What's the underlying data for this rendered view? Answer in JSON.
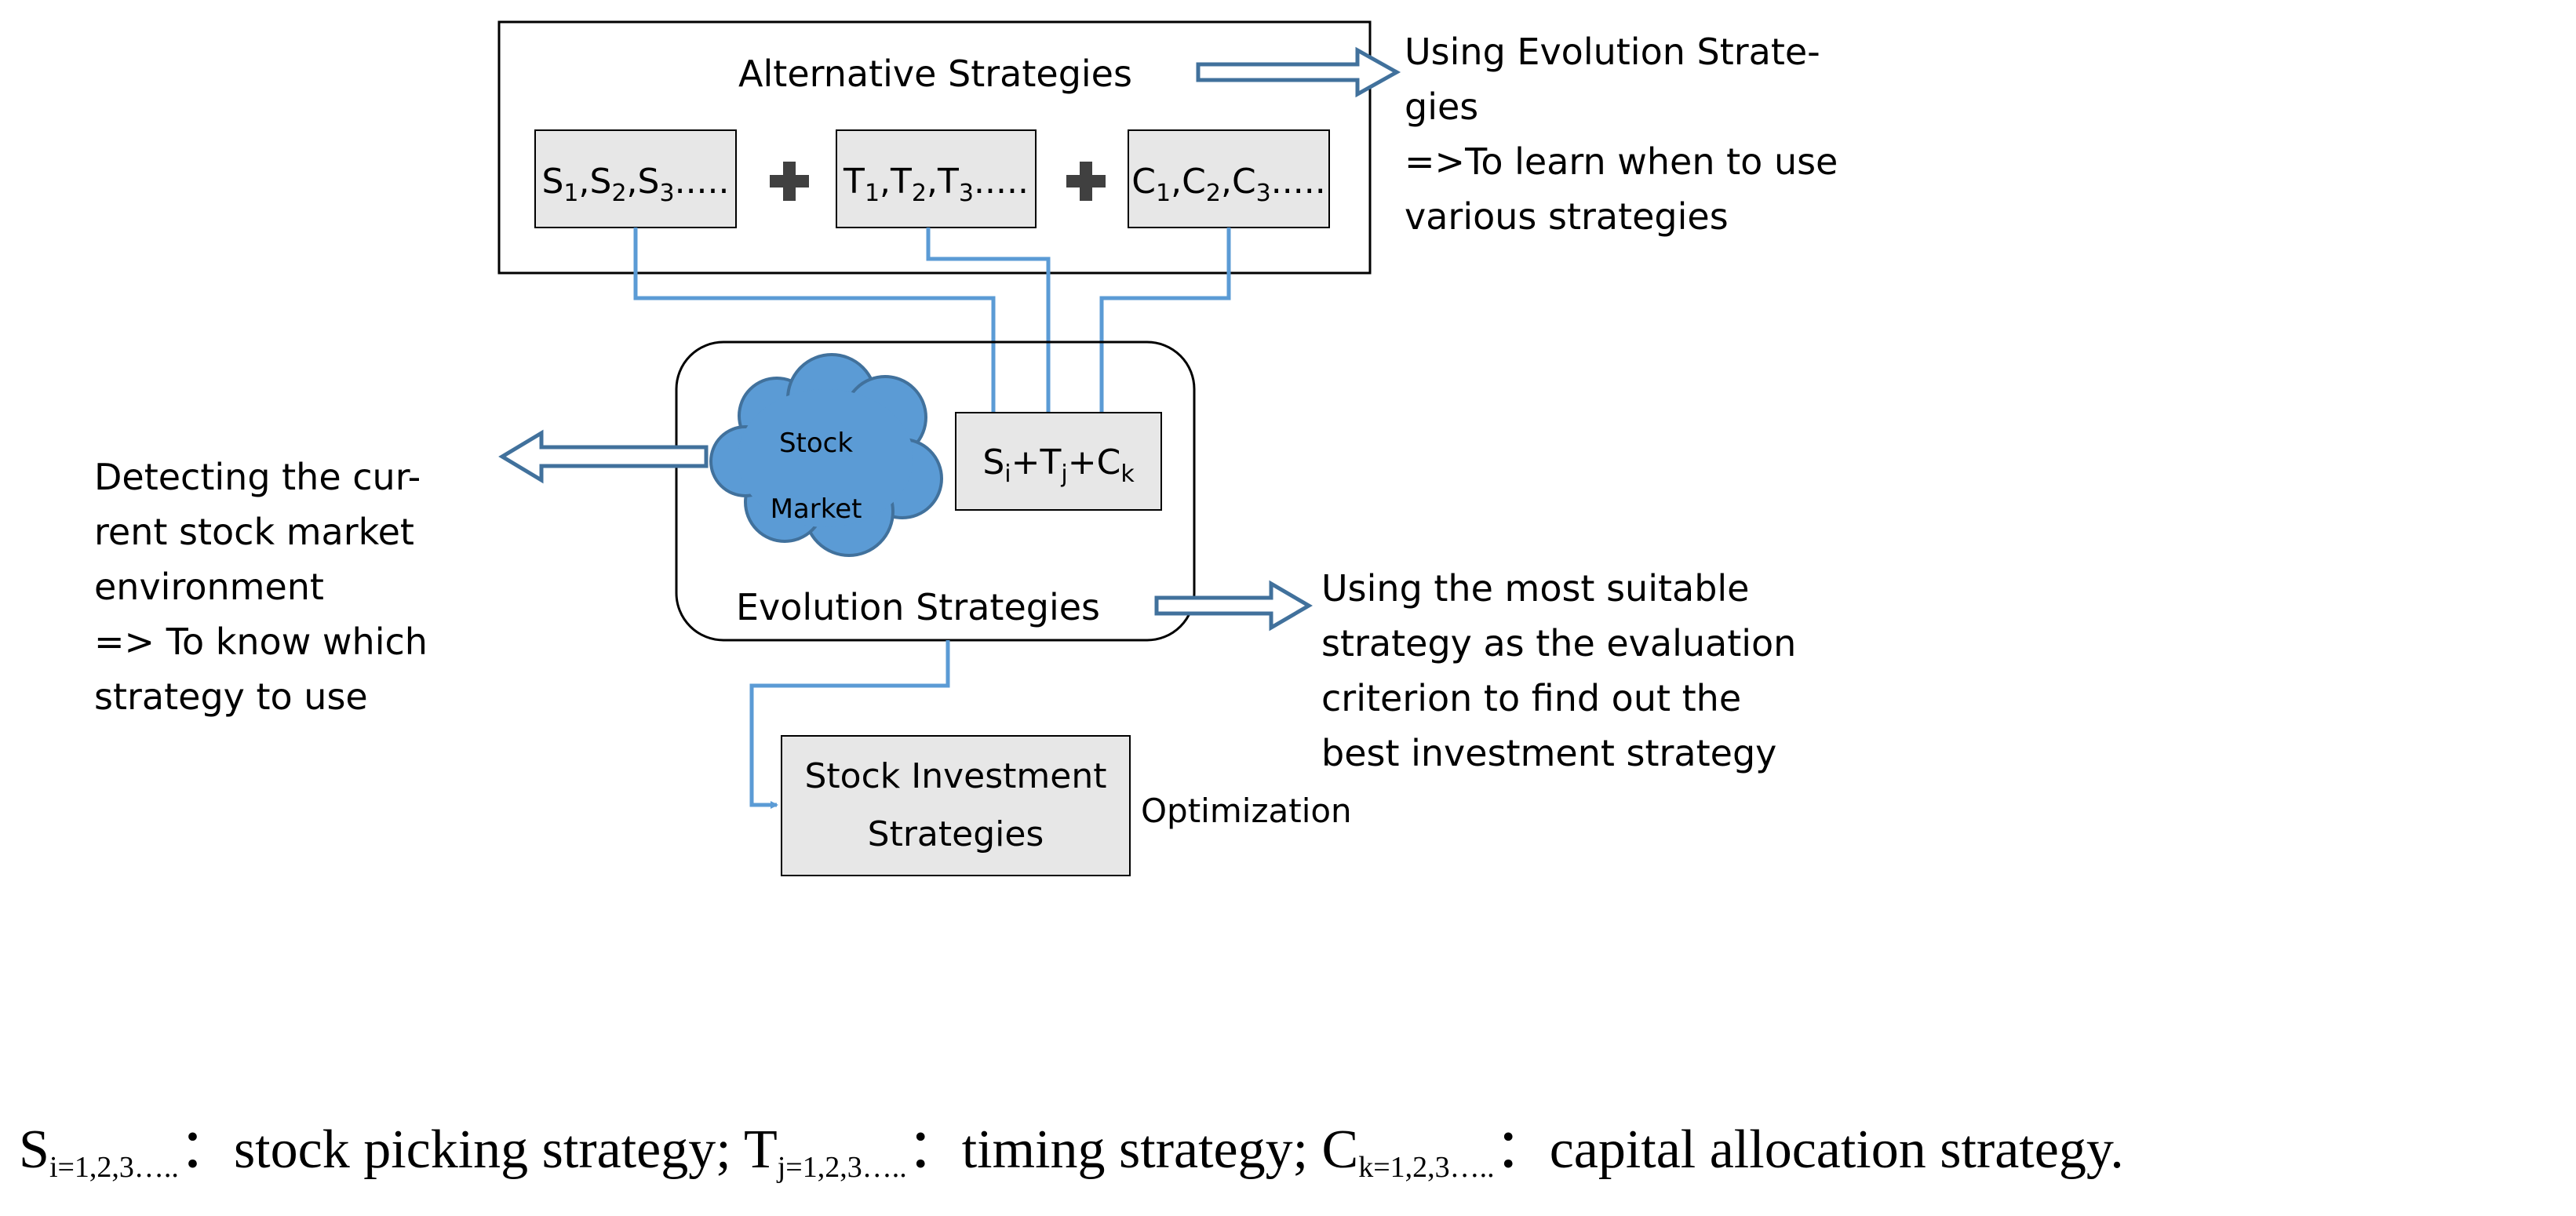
{
  "alternative_strategies": {
    "title": "Alternative Strategies",
    "stock_picking_box": {
      "base": [
        "S",
        "S",
        "S"
      ],
      "subs": [
        "1",
        "2",
        "3"
      ],
      "tail": "....."
    },
    "timing_box": {
      "base": [
        "T",
        "T",
        "T"
      ],
      "subs": [
        "1",
        "2",
        "3"
      ],
      "tail": "....."
    },
    "capital_box": {
      "base": [
        "C",
        "C",
        "C"
      ],
      "subs": [
        "1",
        "2",
        "3"
      ],
      "tail": "....."
    },
    "plus_symbols": [
      "+",
      "+"
    ]
  },
  "evolution_strategies": {
    "title": "Evolution Strategies",
    "cloud_label_line1": "Stock",
    "cloud_label_line2": "Market",
    "combo": {
      "s": "S",
      "s_sub": "i",
      "t": "T",
      "t_sub": "j",
      "c": "C",
      "c_sub": "k",
      "plus": "+"
    }
  },
  "investment_box": {
    "line1": "Stock Investment",
    "line2": "Strategies",
    "side_label": "Optimization"
  },
  "notes": {
    "top_right": [
      "Using Evolution Strate-",
      "gies",
      "=>To learn when to use",
      "various strategies"
    ],
    "left": [
      "Detecting the cur-",
      "rent stock market",
      "environment",
      "=> To know which",
      "strategy to use"
    ],
    "bottom_right": [
      "Using the most suitable",
      "strategy as the evaluation",
      "criterion to find out the",
      "best investment strategy"
    ]
  },
  "legend": {
    "s": {
      "symbol": "S",
      "subscript": "i=1,2,3…..",
      "separator": "：",
      "text": "stock picking strategy;"
    },
    "t": {
      "symbol": "T",
      "subscript": "j=1,2,3…..",
      "separator": "：",
      "text": "timing strategy;"
    },
    "c": {
      "symbol": "C",
      "subscript": "k=1,2,3…..",
      "separator": "：",
      "text": "capital allocation strategy."
    }
  },
  "colors": {
    "connector_blue": "#5b9bd5",
    "hollow_arrow_blue": "#41719c",
    "cloud_fill": "#5b9bd5",
    "cloud_stroke": "#41719c",
    "box_fill": "#e7e7e7",
    "plus_fill": "#404040"
  }
}
